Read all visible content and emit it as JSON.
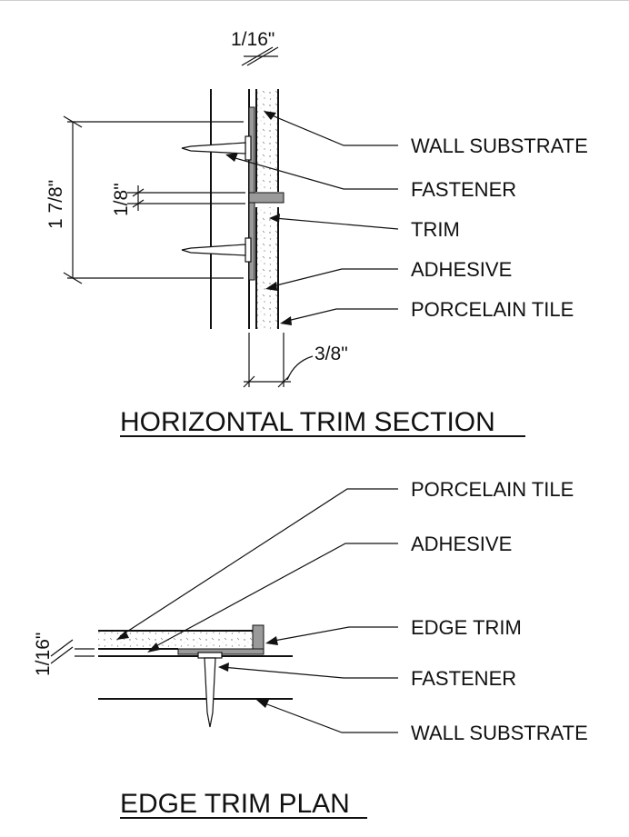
{
  "section": {
    "title": "HORIZONTAL TRIM SECTION",
    "labels": {
      "wall_substrate": "WALL SUBSTRATE",
      "fastener": "FASTENER",
      "trim": "TRIM",
      "adhesive": "ADHESIVE",
      "porcelain_tile": "PORCELAIN TILE"
    },
    "dimensions": {
      "top_gap": "1/16\"",
      "overall_height": "1 7/8\"",
      "trim_gap": "1/8\"",
      "tile_thickness": "3/8\""
    }
  },
  "plan": {
    "title": "EDGE TRIM PLAN",
    "labels": {
      "porcelain_tile": "PORCELAIN TILE",
      "adhesive": "ADHESIVE",
      "edge_trim": "EDGE TRIM",
      "fastener": "FASTENER",
      "wall_substrate": "WALL SUBSTRATE"
    },
    "dimensions": {
      "gap": "1/16\""
    }
  }
}
